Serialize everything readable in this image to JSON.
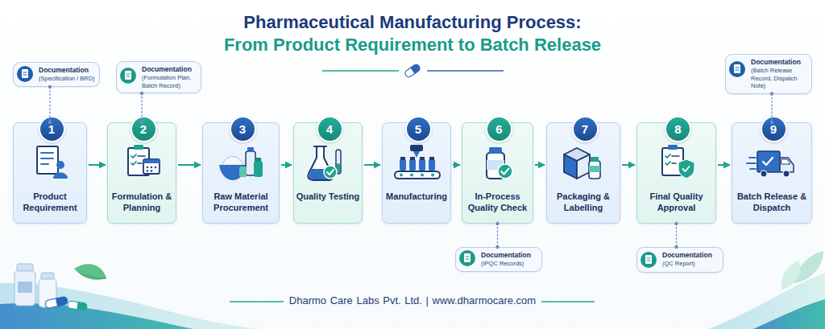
{
  "diagram": {
    "title": "Pharmaceutical Manufacturing Process:",
    "caption": "Dharmo Care Labs Pvt. Ltd. | www.dharmocare.com",
    "nodes": [
      {
        "text": [
          "Documentation",
          "(Specification / BRD)"
        ]
      },
      {
        "text": [
          "Documentation",
          "(Formulation Plan, Batch Record)"
        ]
      },
      {
        "text": [
          "Documentation",
          "(Batch Release Record, Dispatch Note)"
        ]
      },
      {
        "text": [
          "1",
          "Product Requirement"
        ]
      },
      {
        "text": [
          "2",
          "Formulation & Planning"
        ]
      },
      {
        "text": [
          "3",
          "Raw Material Procurement"
        ]
      },
      {
        "text": [
          "4",
          "Quality Testing"
        ]
      },
      {
        "text": [
          "5",
          "Manufacturing"
        ]
      },
      {
        "text": [
          "6",
          "In-Process Quality Check"
        ]
      },
      {
        "text": [
          "7",
          "Packaging & Labelling"
        ]
      },
      {
        "text": [
          "8",
          "Final Quality Approval"
        ]
      },
      {
        "text": [
          "9",
          "Batch Release & Dispatch"
        ]
      },
      {
        "text": [
          "Documentation",
          "(IPQC Records)"
        ]
      },
      {
        "text": [
          "Documentation",
          "(QC Report)"
        ]
      }
    ],
    "edges": [
      {
        "from": 3,
        "to": 4,
        "arrow": "to"
      },
      {
        "from": 4,
        "to": 5,
        "arrow": "to"
      },
      {
        "from": 5,
        "to": 6,
        "arrow": "to"
      },
      {
        "from": 6,
        "to": 7,
        "arrow": "to"
      },
      {
        "from": 7,
        "to": 8,
        "arrow": "to"
      },
      {
        "from": 8,
        "to": 9,
        "arrow": "to"
      },
      {
        "from": 9,
        "to": 10,
        "arrow": "to"
      },
      {
        "from": 10,
        "to": 11,
        "arrow": "to"
      },
      {
        "from": 0,
        "to": 3,
        "arrow": "none"
      },
      {
        "from": 1,
        "to": 4,
        "arrow": "none"
      },
      {
        "from": 2,
        "to": 11,
        "arrow": "none"
      },
      {
        "from": 8,
        "to": 12,
        "arrow": "none"
      },
      {
        "from": 10,
        "to": 13,
        "arrow": "none"
      }
    ],
    "labels": [
      "From Product Requirement to Batch Release"
    ]
  }
}
